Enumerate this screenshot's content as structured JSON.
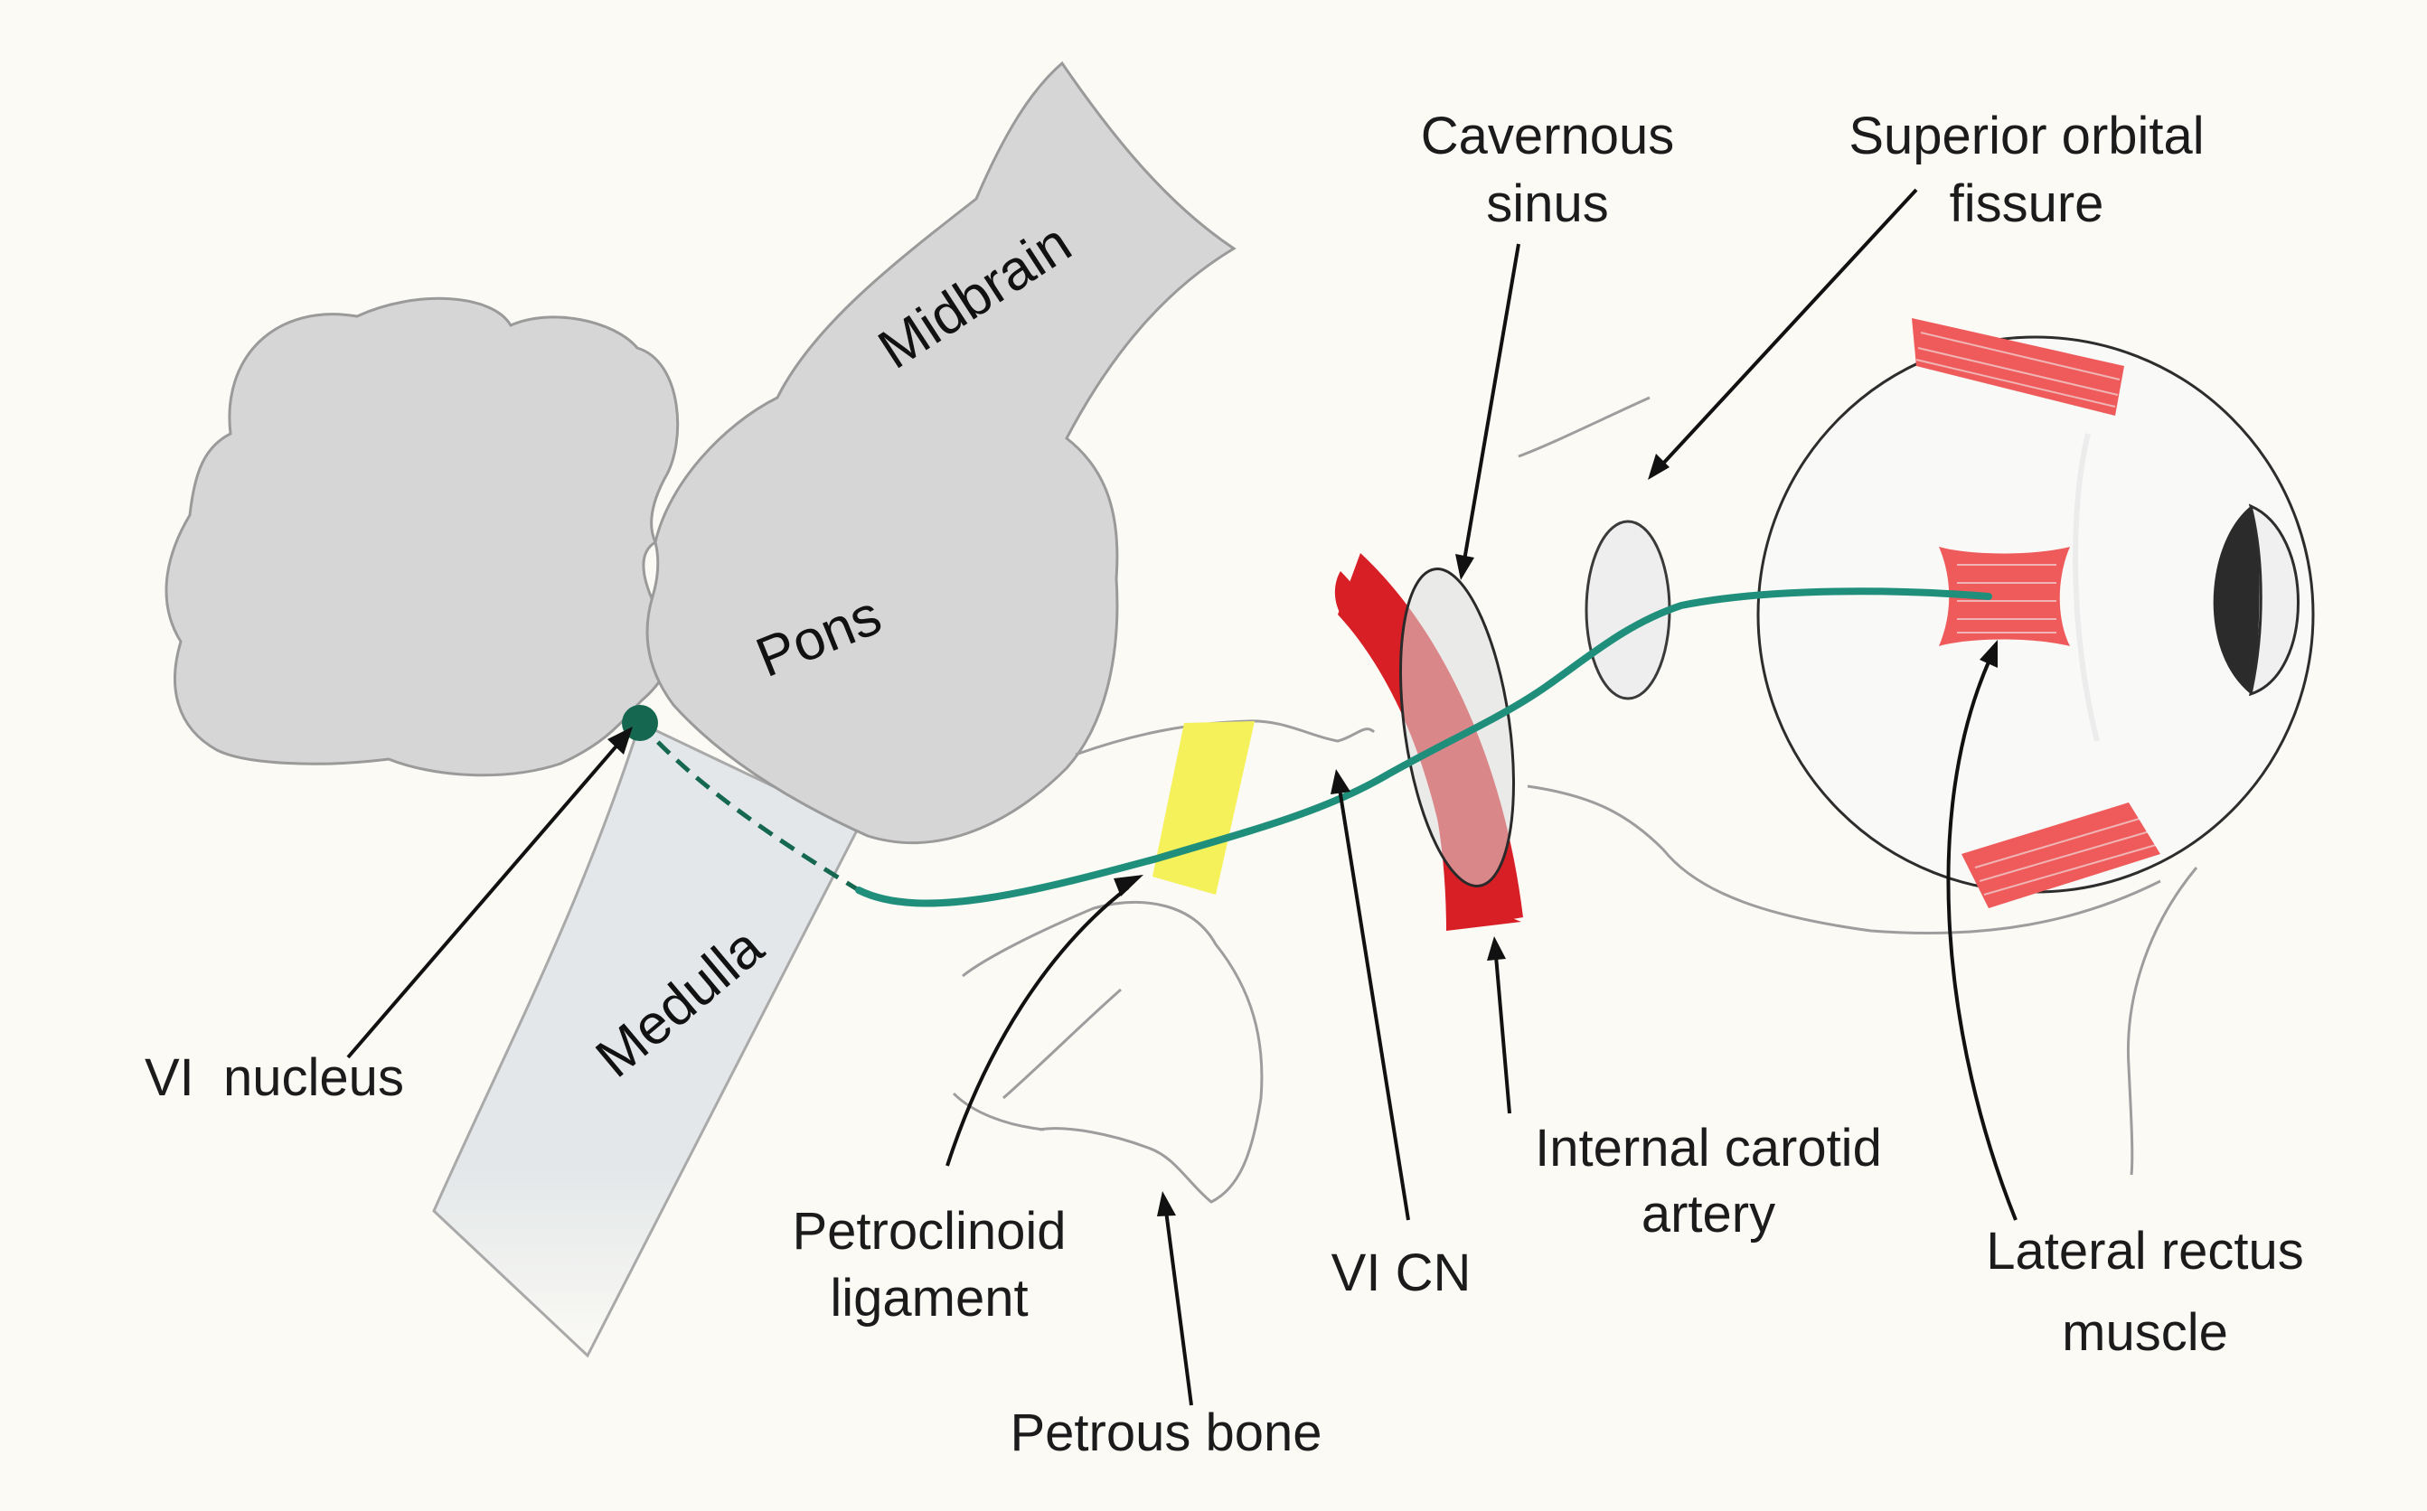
{
  "regions": {
    "midbrain": "Midbrain",
    "pons": "Pons",
    "medulla": "Medulla"
  },
  "labels": {
    "vi_nucleus": "VI  nucleus",
    "petroclinoid_1": "Petroclinoid",
    "petroclinoid_2": "ligament",
    "petrous_bone": "Petrous bone",
    "vi_cn": "VI CN",
    "ica_1": "Internal carotid",
    "ica_2": "artery",
    "cavernous_1": "Cavernous",
    "cavernous_2": "sinus",
    "sof_1": "Superior orbital",
    "sof_2": "fissure",
    "lr_1": "Lateral rectus",
    "lr_2": "muscle"
  },
  "colors": {
    "background": "#fbfaf5",
    "brain_fill": "#d6d6d6",
    "medulla_fill": "#e2e6e8",
    "nerve": "#1f8f7c",
    "nucleus": "#15684f",
    "artery": "#d81f26",
    "ligament": "#f5f15a",
    "muscle": "#ef5a5a",
    "cornea": "#2b2b2b"
  }
}
